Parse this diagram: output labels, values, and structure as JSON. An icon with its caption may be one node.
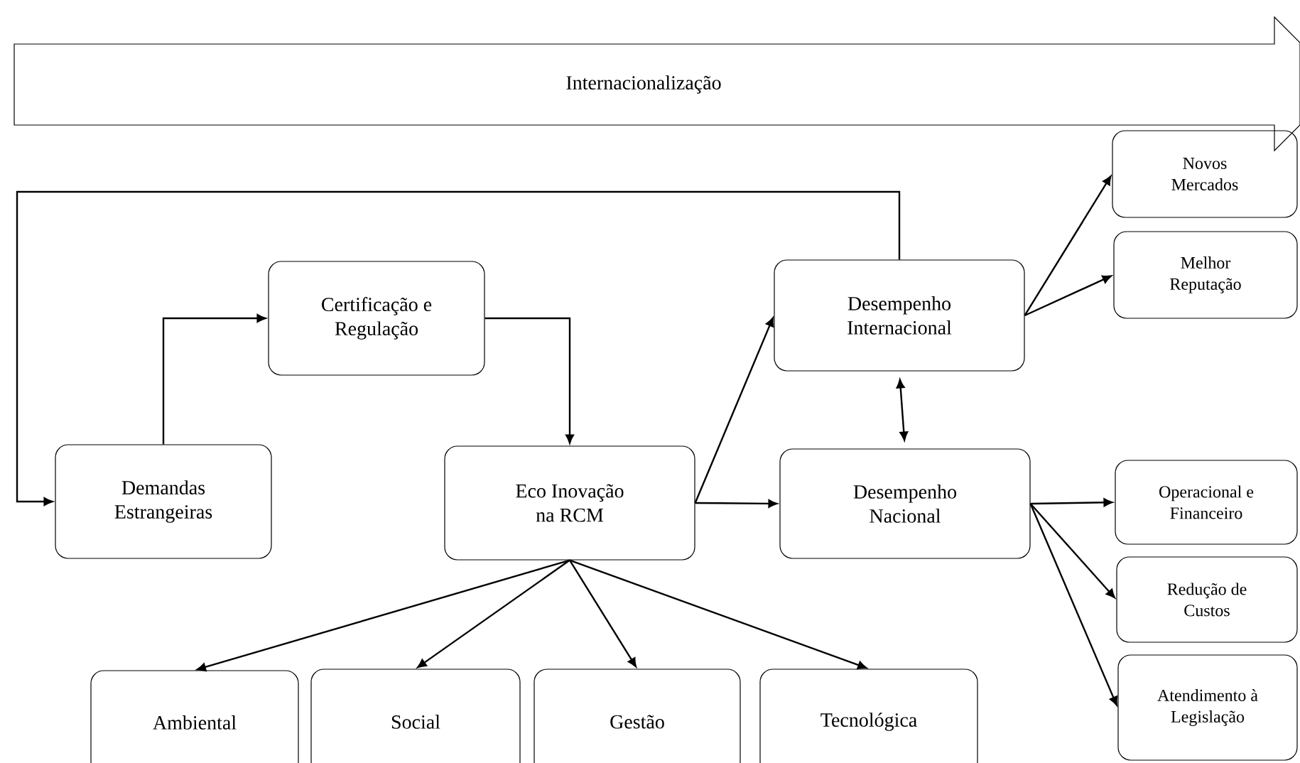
{
  "diagram": {
    "nodes": [
      {
        "text": [
          "Internacionalização"
        ]
      },
      {
        "text": [
          "Novos Mercados"
        ]
      },
      {
        "text": [
          "Melhor Reputação"
        ]
      },
      {
        "text": [
          "Certificação e Regulação"
        ]
      },
      {
        "text": [
          "Desempenho Internacional"
        ]
      },
      {
        "text": [
          "Demandas Estrangeiras"
        ]
      },
      {
        "text": [
          "Eco Inovação na RCM"
        ]
      },
      {
        "text": [
          "Desempenho Nacional"
        ]
      },
      {
        "text": [
          "Operacional e Financeiro"
        ]
      },
      {
        "text": [
          "Redução de Custos"
        ]
      },
      {
        "text": [
          "Atendimento à Legislação"
        ]
      },
      {
        "text": [
          "Ambiental"
        ]
      },
      {
        "text": [
          "Social"
        ]
      },
      {
        "text": [
          "Gestão"
        ]
      },
      {
        "text": [
          "Tecnológica"
        ]
      }
    ],
    "edges": [
      {
        "from": 4,
        "to": 5,
        "arrow": "to"
      },
      {
        "from": 5,
        "to": 3,
        "arrow": "to"
      },
      {
        "from": 3,
        "to": 6,
        "arrow": "to"
      },
      {
        "from": 6,
        "to": 4,
        "arrow": "to"
      },
      {
        "from": 6,
        "to": 7,
        "arrow": "to"
      },
      {
        "from": 4,
        "to": 7,
        "arrow": "both"
      },
      {
        "from": 4,
        "to": 1,
        "arrow": "to"
      },
      {
        "from": 4,
        "to": 2,
        "arrow": "to"
      },
      {
        "from": 7,
        "to": 8,
        "arrow": "to"
      },
      {
        "from": 7,
        "to": 9,
        "arrow": "to"
      },
      {
        "from": 7,
        "to": 10,
        "arrow": "to"
      },
      {
        "from": 6,
        "to": 11,
        "arrow": "to"
      },
      {
        "from": 6,
        "to": 12,
        "arrow": "to"
      },
      {
        "from": 6,
        "to": 13,
        "arrow": "to"
      },
      {
        "from": 6,
        "to": 14,
        "arrow": "to"
      }
    ]
  }
}
